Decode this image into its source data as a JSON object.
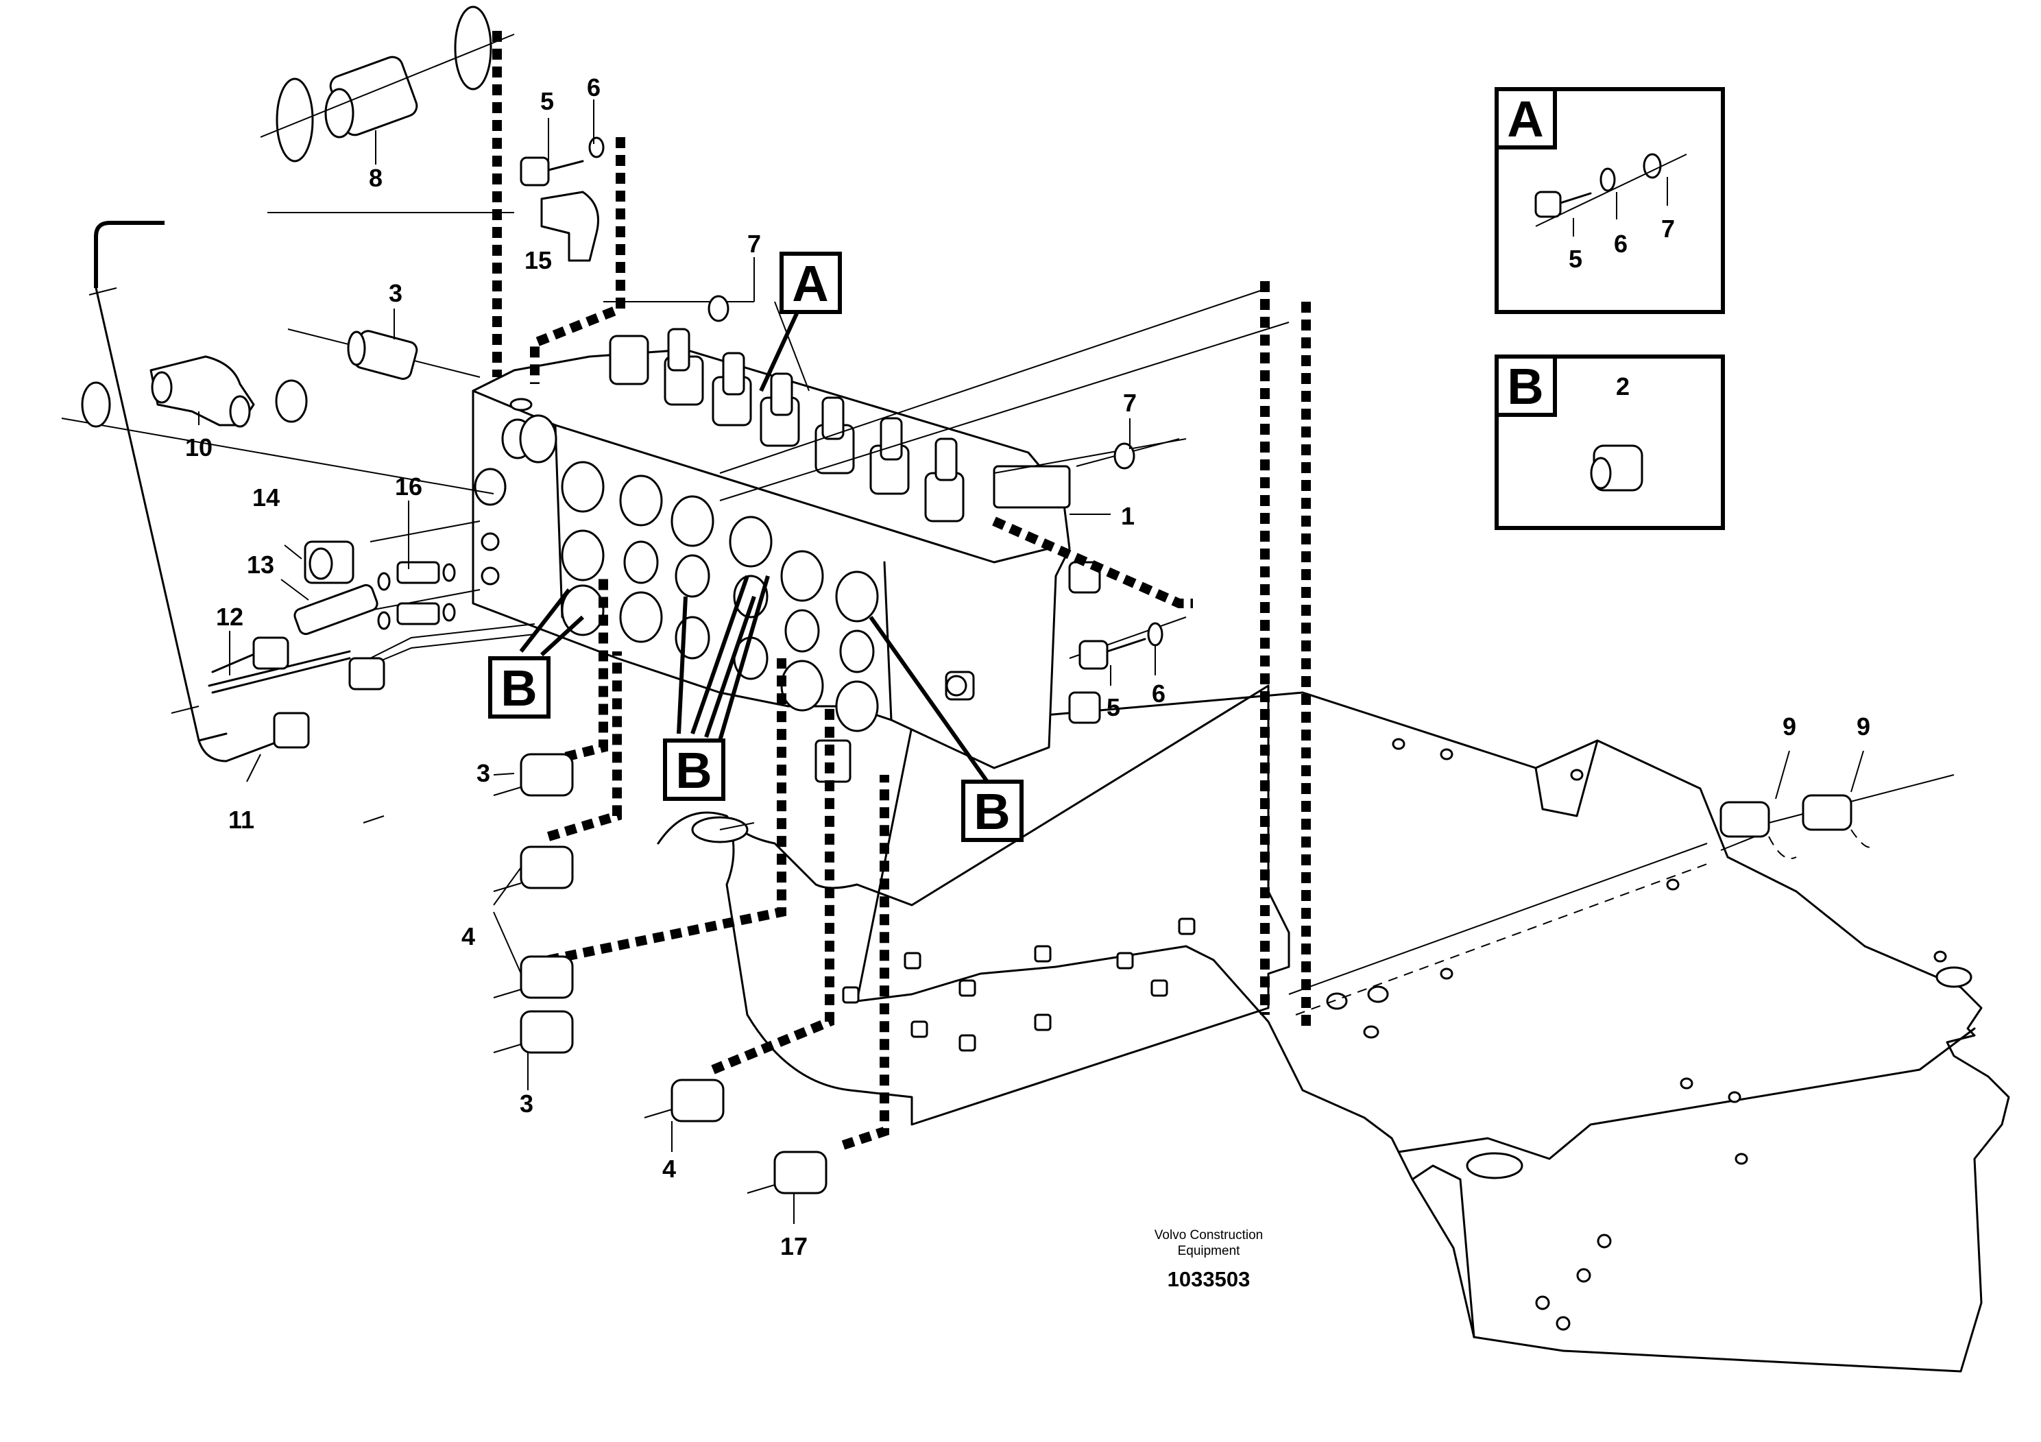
{
  "drawing": {
    "part_labels": {
      "p8": "8",
      "p5a": "5",
      "p6a": "6",
      "p15": "15",
      "p3a": "3",
      "p10": "10",
      "p7a": "7",
      "p14": "14",
      "p16": "16",
      "p13": "13",
      "p12": "12",
      "p11": "11",
      "p7b": "7",
      "p1": "1",
      "p5b": "5",
      "p6b": "6",
      "p3b": "3",
      "p4a": "4",
      "p3c": "3",
      "p4b": "4",
      "p17": "17",
      "p9a": "9",
      "p9b": "9"
    },
    "callouts": {
      "A": "A",
      "B1": "B",
      "B2": "B",
      "B3": "B"
    },
    "detail_A": {
      "letter": "A",
      "labels": [
        "5",
        "6",
        "7"
      ]
    },
    "detail_B": {
      "letter": "B",
      "labels": [
        "2"
      ]
    },
    "footer": {
      "company_line1": "Volvo Construction",
      "company_line2": "Equipment",
      "drawing_number": "1033503"
    }
  }
}
